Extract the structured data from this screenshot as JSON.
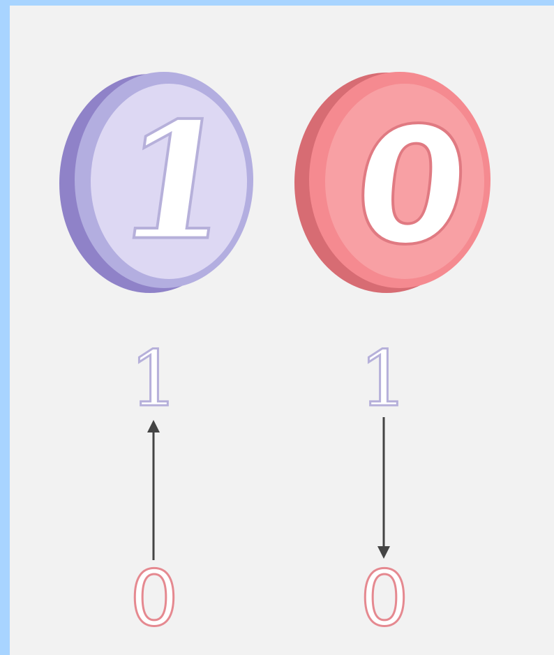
{
  "coins": [
    {
      "digit": "1",
      "face_color": "#ddd8f3",
      "edge_color": "#8f82c8",
      "rim_color": "#b3aee0"
    },
    {
      "digit": "0",
      "face_color": "#f8a0a4",
      "edge_color": "#d76c73",
      "rim_color": "#f58a90"
    }
  ],
  "columns": [
    {
      "top_digit": "1",
      "bottom_digit": "0",
      "arrow_direction": "up"
    },
    {
      "top_digit": "1",
      "bottom_digit": "0",
      "arrow_direction": "down"
    }
  ],
  "colors": {
    "background": "#f2f2f2",
    "border": "#a8d4ff",
    "one_color": "#b6b0da",
    "zero_color": "#e58990",
    "arrow": "#444444"
  }
}
